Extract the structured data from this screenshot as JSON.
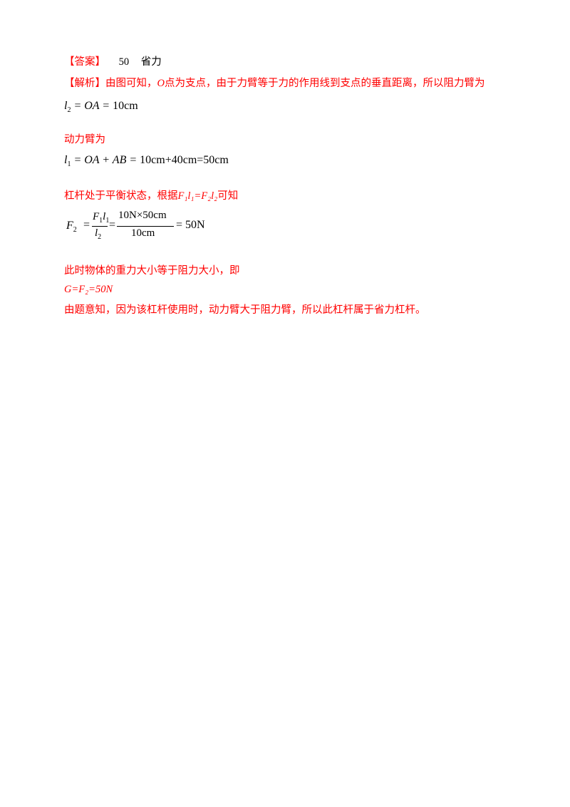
{
  "answer": {
    "label": "【答案】",
    "value": "50",
    "text": "省力"
  },
  "analysis": {
    "label": "【解析】",
    "line1_pre": "由图可知，",
    "line1_var": "O",
    "line1_post": "点为支点，由于力臂等于力的作用线到支点的垂直距离，所以阻力臂为"
  },
  "eq1": {
    "lhs": "l",
    "sub": "2",
    "mid": " = OA = ",
    "rhs": "10cm"
  },
  "p_dynamic": "动力臂为",
  "eq2": {
    "lhs": "l",
    "sub": "1",
    "mid": " = OA + AB = ",
    "rhs": "10cm+40cm=50cm"
  },
  "p_balance": {
    "text": "杠杆处于平衡状态，根据",
    "formula": "F₁l₁=F₂l₂",
    "post": "可知"
  },
  "eq3": {
    "lhs": "F",
    "lhs_sub": "2",
    "num1": "F",
    "num1_sub": "1",
    "num1b": "l",
    "num1b_sub": "1",
    "den1": "l",
    "den1_sub": "2",
    "num2": "10N×50cm",
    "den2": "10cm",
    "result": "= 50N"
  },
  "p_weight": "此时物体的重力大小等于阻力大小，即",
  "p_G": "G=F₂=50N",
  "p_conclusion": "由题意知，因为该杠杆使用时，动力臂大于阻力臂，所以此杠杆属于省力杠杆。"
}
